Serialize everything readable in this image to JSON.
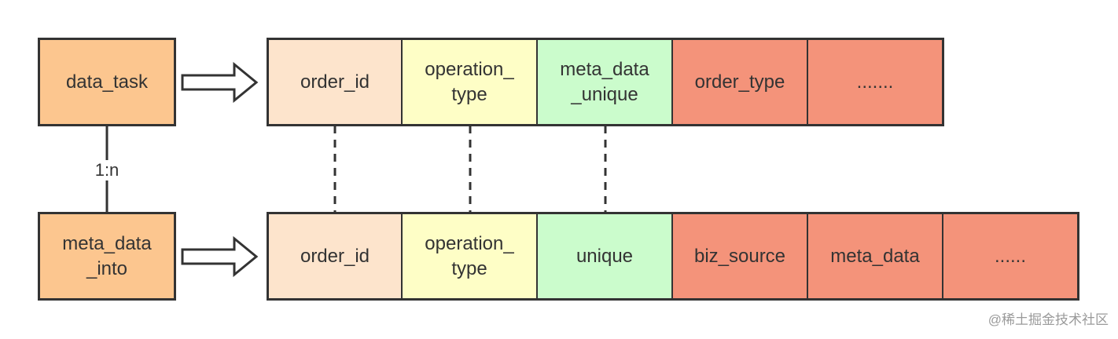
{
  "entities": {
    "top": {
      "label": "data_task"
    },
    "bottom": {
      "label": "meta_data\n_into"
    }
  },
  "relation": {
    "label": "1:n"
  },
  "top_fields": [
    {
      "label": "order_id",
      "color": "#fde4cc"
    },
    {
      "label": "operation_\ntype",
      "color": "#fefec6"
    },
    {
      "label": "meta_data\n_unique",
      "color": "#cbfccc"
    },
    {
      "label": "order_type",
      "color": "#f4937a"
    },
    {
      "label": ".......",
      "color": "#f4937a"
    }
  ],
  "bottom_fields": [
    {
      "label": "order_id",
      "color": "#fde4cc"
    },
    {
      "label": "operation_\ntype",
      "color": "#fefec6"
    },
    {
      "label": "unique",
      "color": "#cbfccc"
    },
    {
      "label": "biz_source",
      "color": "#f4937a"
    },
    {
      "label": "meta_data",
      "color": "#f4937a"
    },
    {
      "label": "......",
      "color": "#f4937a"
    }
  ],
  "colors": {
    "entity": "#fcc68f",
    "stroke": "#333333"
  },
  "watermark": "@稀土掘金技术社区"
}
